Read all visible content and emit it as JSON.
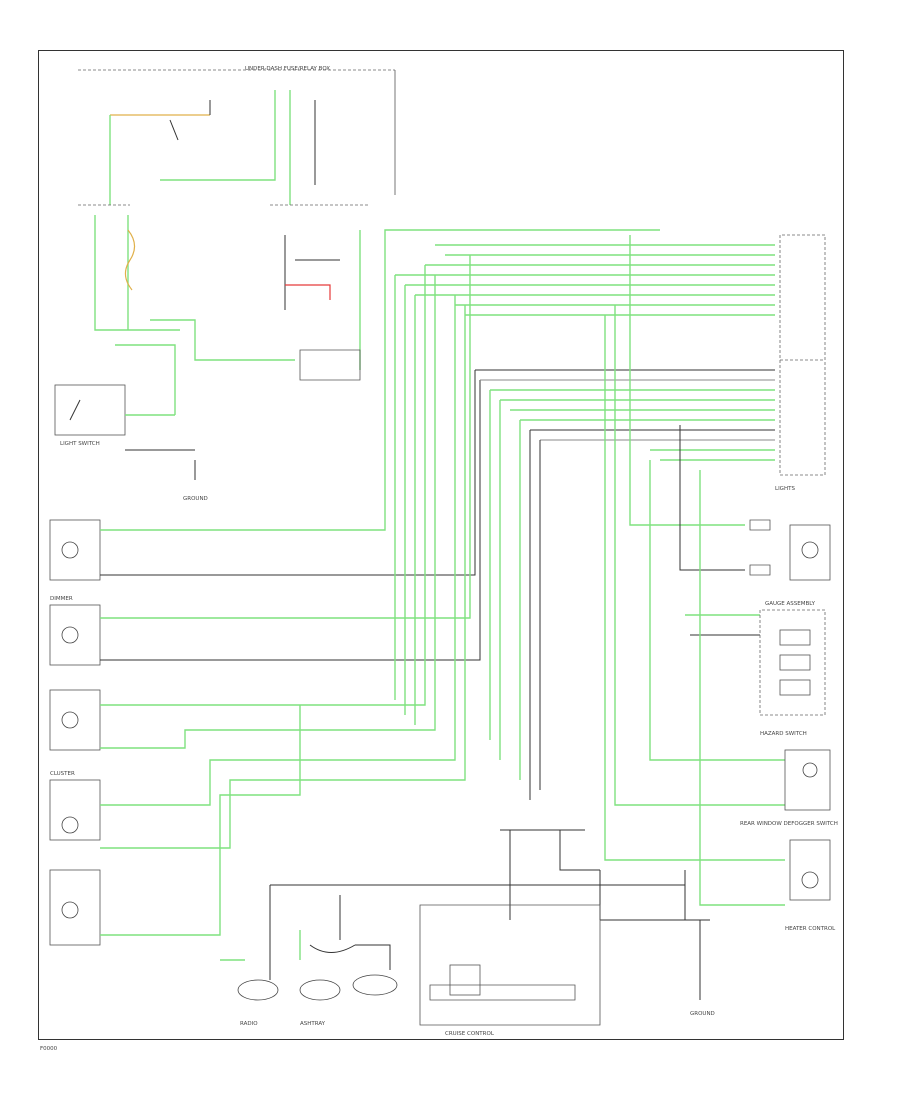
{
  "labels": {
    "light_switch": "LIGHT SWITCH",
    "illumination_cluster": "CLUSTER",
    "fuse_relay_box": "UNDER-DASH FUSE/RELAY BOX",
    "dimmer": "DIMMER",
    "gauge_assembly": "GAUGE ASSEMBLY",
    "left_headlight_dimmer": "LIGHTS",
    "hazard_switch": "HAZARD SWITCH",
    "rear_window_defogger": "REAR WINDOW DEFOGGER SWITCH",
    "cruise_control": "CRUISE CONTROL",
    "radio": "RADIO",
    "ashtray": "ASHTRAY",
    "heater_control": "HEATER CONTROL",
    "ground_left": "GROUND",
    "ground_right": "GROUND",
    "footer_code": "F0000"
  }
}
